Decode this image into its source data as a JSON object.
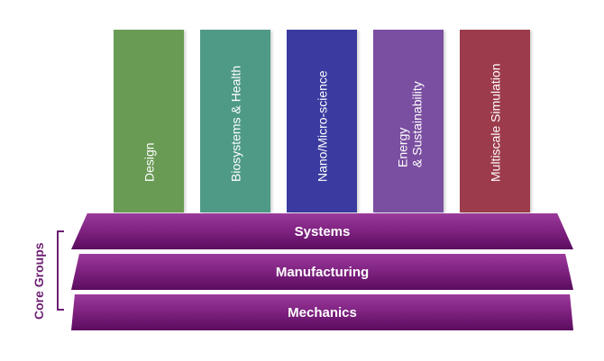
{
  "pillars": [
    {
      "label": "Design",
      "color": "#6a9b55"
    },
    {
      "label": "Biosystems & Health",
      "color": "#4f9a86"
    },
    {
      "label": "Nano/Micro-science",
      "color": "#3a3aa0"
    },
    {
      "label": "Energy\n& Sustainability",
      "color": "#7a4ea0"
    },
    {
      "label": "Multiscale Simulation",
      "color": "#9c3b4b"
    }
  ],
  "tiers": {
    "systems": "Systems",
    "manufacturing": "Manufacturing",
    "mechanics": "Mechanics"
  },
  "core_groups_label": "Core Groups",
  "tier_color": "#7b1f7d"
}
